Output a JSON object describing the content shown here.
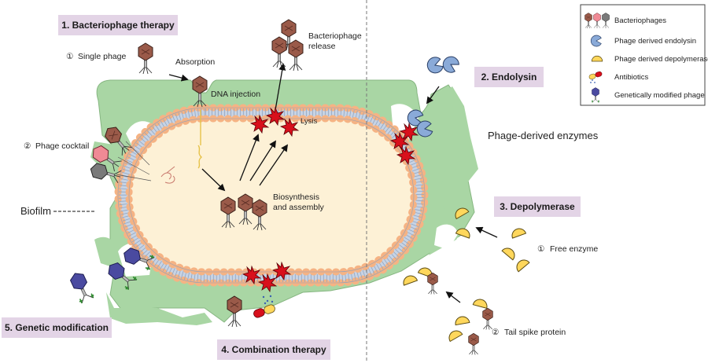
{
  "sections": {
    "bacteriophage_therapy": "1. Bacteriophage therapy",
    "endolysin": "2. Endolysin",
    "depolymerase": "3. Depolymerase",
    "combination_therapy": "4. Combination therapy",
    "genetic_modification": "5. Genetic modification"
  },
  "labels": {
    "single_phage": "Single phage",
    "single_phage_num": "①",
    "phage_cocktail": "Phage cocktail",
    "phage_cocktail_num": "②",
    "absorption": "Absorption",
    "dna_injection": "DNA injection",
    "bacteriophage_release_1": "Bacteriophage",
    "bacteriophage_release_2": "release",
    "lysis": "Lysis",
    "biosynthesis_1": "Biosynthesis",
    "biosynthesis_2": "and assembly",
    "biofilm": "Biofilm",
    "phage_derived_enzymes": "Phage-derived enzymes",
    "free_enzyme": "Free enzyme",
    "free_enzyme_num": "①",
    "tail_spike_protein": "Tail spike protein",
    "tail_spike_num": "②"
  },
  "legend": [
    {
      "icon": "bacteriophages-icon",
      "label": "Bacteriophages"
    },
    {
      "icon": "endolysin-icon",
      "label": "Phage derived endolysin"
    },
    {
      "icon": "depolymerase-icon",
      "label": "Phage derived depolymerase"
    },
    {
      "icon": "antibiotics-icon",
      "label": "Antibiotics"
    },
    {
      "icon": "gm-phage-icon",
      "label": "Genetically modified phage"
    }
  ],
  "colors": {
    "section_bg": "#e3d4e6",
    "biofilm": "#a9d6a4",
    "cytoplasm": "#fdf1d6",
    "membrane_heads": "#f8c9a4",
    "membrane_tails": "#c7d3e4",
    "phage_brown": "#9a5a49",
    "phage_pink": "#f08a95",
    "phage_gray": "#7a7a7a",
    "endolysin": "#8aaad8",
    "depolymerase": "#ffd75c",
    "lysis_red": "#d8101c",
    "gm_phage": "#4a4aa0"
  }
}
